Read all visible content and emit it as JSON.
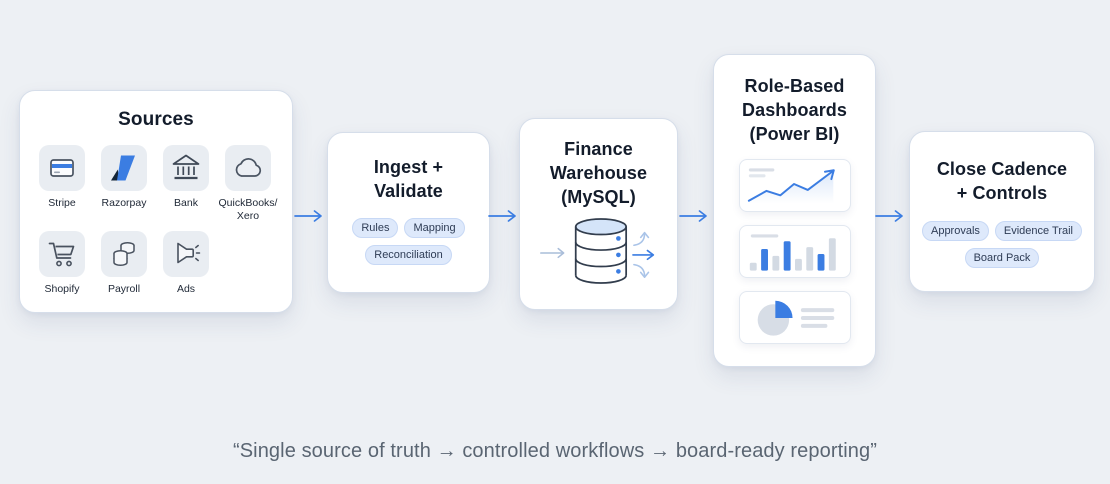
{
  "palette": {
    "background": "#edf0f4",
    "accent_blue": "#3b7de2",
    "light_blue": "#aac4e8",
    "pill_bg": "#dee9fb",
    "pill_border": "#c7d8f5",
    "muted_gray": "#d5dbe4"
  },
  "diagram": {
    "sources": {
      "title": "Sources",
      "items": [
        {
          "label": "Stripe",
          "icon": "credit-card-icon"
        },
        {
          "label": "Razorpay",
          "icon": "razorpay-icon"
        },
        {
          "label": "Bank",
          "icon": "bank-icon"
        },
        {
          "label": "QuickBooks/\nXero",
          "icon": "cloud-icon"
        },
        {
          "label": "Shopify",
          "icon": "shopping-cart-icon"
        },
        {
          "label": "Payroll",
          "icon": "coins-icon"
        },
        {
          "label": "Ads",
          "icon": "megaphone-icon"
        }
      ]
    },
    "ingest": {
      "title": "Ingest +\nValidate",
      "tags": [
        "Rules",
        "Mapping",
        "Reconciliation"
      ]
    },
    "warehouse": {
      "title": "Finance\nWarehouse\n(MySQL)",
      "icon": "database-icon"
    },
    "dashboards": {
      "title": "Role-Based\nDashboards\n(Power BI)",
      "cards": [
        "line-chart-icon",
        "bar-chart-icon",
        "pie-chart-icon"
      ]
    },
    "close": {
      "title": "Close Cadence\n+ Controls",
      "tags": [
        "Approvals",
        "Evidence Trail",
        "Board Pack"
      ]
    }
  },
  "caption": "“Single source of truth → controlled workflows → board-ready reporting”"
}
